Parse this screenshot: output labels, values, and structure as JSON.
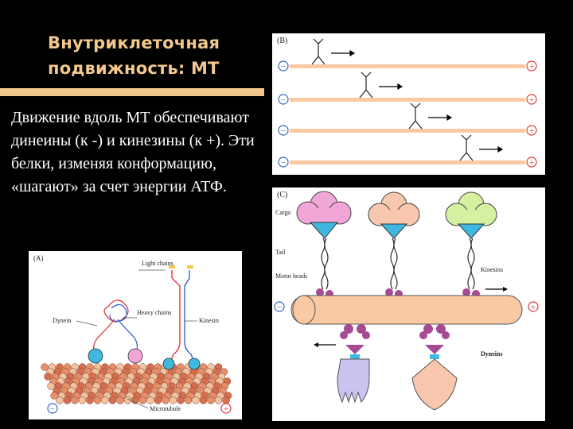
{
  "slide": {
    "title_line1": "Внутриклеточная",
    "title_line2": "подвижность:  МТ",
    "body_text": "Движение вдоль МТ обеспечивают динеины (к -) и кинезины (к +). Эти белки, изменяя конформацию, «шагают» за счет энергии АТФ."
  },
  "panel_b": {
    "label": "(B)",
    "minus": "−",
    "plus": "+"
  },
  "panel_c": {
    "label": "(C)",
    "cargo": "Cargo",
    "tail": "Tail",
    "motor_heads": "Motor heads",
    "kinesins": "Kinesins",
    "dyneins": "Dyneins",
    "minus": "−",
    "plus": "+"
  },
  "panel_a": {
    "label": "(A)",
    "light_chains": "Light chains",
    "heavy_chains": "Heavy chains",
    "dynein": "Dynein",
    "kinesin": "Kinesin",
    "microtubule": "Microtubule",
    "minus": "−",
    "plus": "+"
  },
  "colors": {
    "title": "#f3c88c",
    "microtubule": "#f9c9a4",
    "cargo_pink": "#f2a6d8",
    "cargo_peach": "#f8c7ad",
    "cargo_green": "#d5f0a0",
    "motor_cyan": "#3fb8e0",
    "dynein_purple": "#a64a95",
    "dynein_cargo_lavender": "#c9c3ef",
    "marker_red": "#e03a3a",
    "marker_blue": "#3a64c8"
  }
}
